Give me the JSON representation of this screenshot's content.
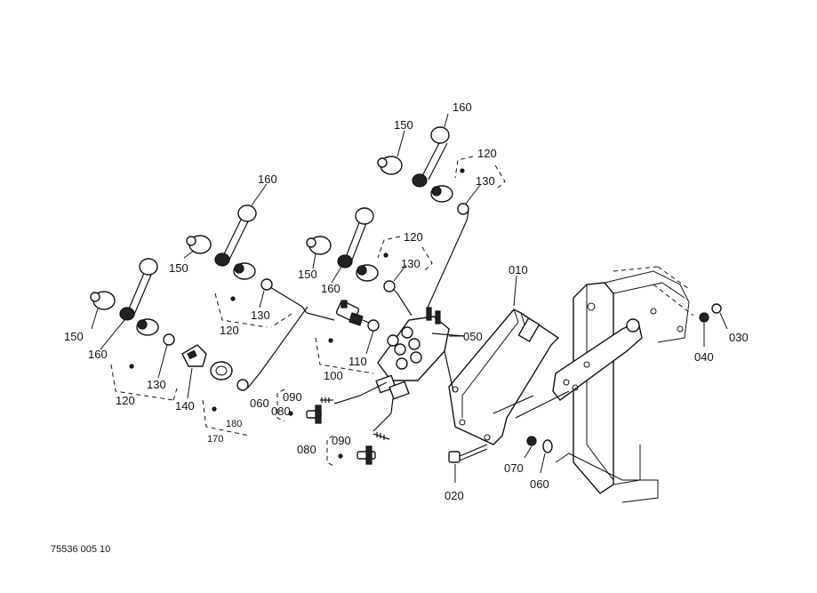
{
  "diagram_code": "75536 005 10",
  "labels": {
    "l010": "010",
    "l020": "020",
    "l030": "030",
    "l040": "040",
    "l050": "050",
    "l060a": "060",
    "l060b": "060",
    "l070": "070",
    "l080a": "080",
    "l080b": "080",
    "l090a": "090",
    "l090b": "090",
    "l100": "100",
    "l110": "110",
    "l120a": "120",
    "l120b": "120",
    "l120c": "120",
    "l120d": "120",
    "l130a": "130",
    "l130b": "130",
    "l130c": "130",
    "l130d": "130",
    "l140": "140",
    "l150a": "150",
    "l150b": "150",
    "l150c": "150",
    "l150d": "150",
    "l160a": "160",
    "l160b": "160",
    "l160c": "160",
    "l160d": "160",
    "l170": "170",
    "l180": "180"
  }
}
